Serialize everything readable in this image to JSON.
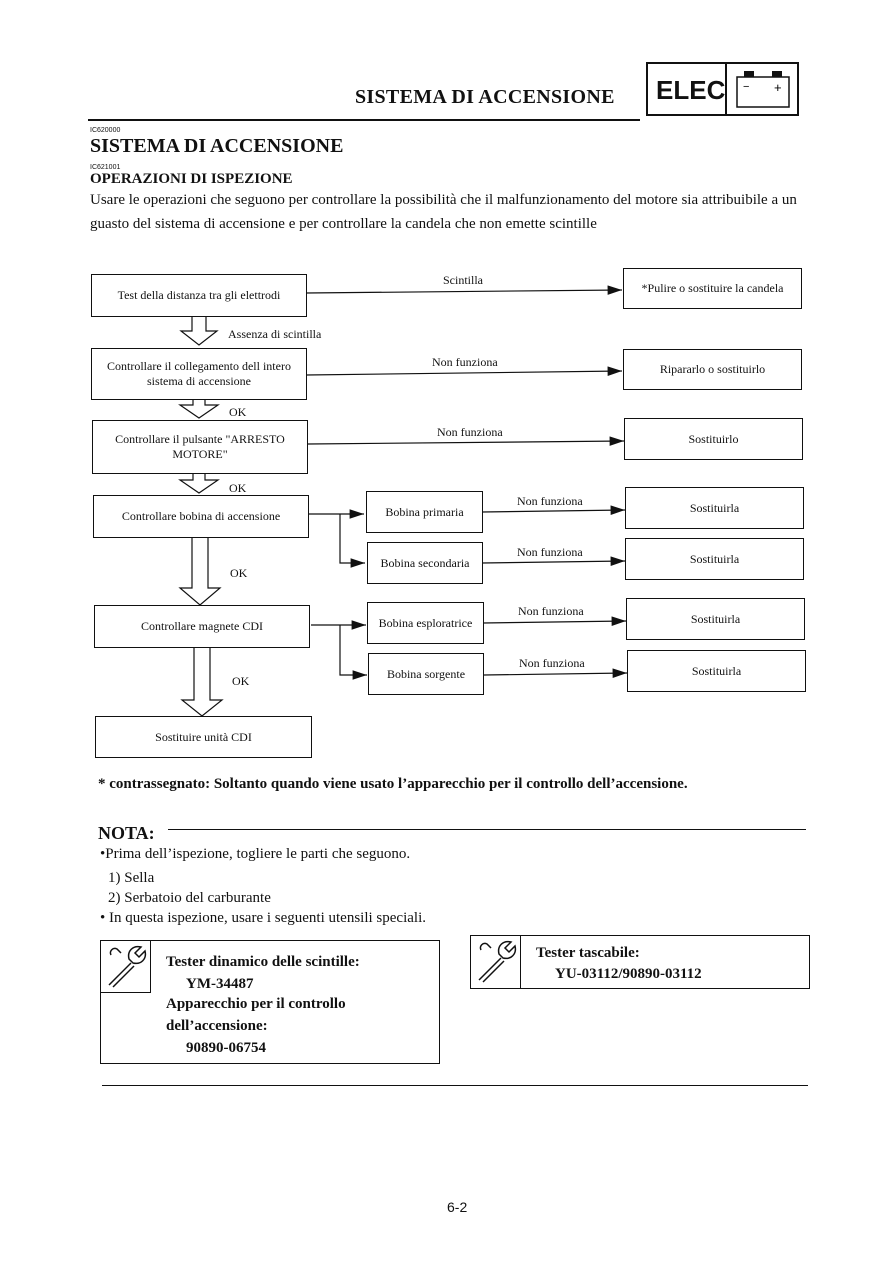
{
  "header": {
    "section_title": "SISTEMA DI ACCENSIONE",
    "badge": "ELEC",
    "battery_minus": "−",
    "battery_plus": "+"
  },
  "codes": {
    "c1": "IC620000",
    "c2": "IC621001"
  },
  "heading": "SISTEMA DI ACCENSIONE",
  "subheading": "OPERAZIONI DI ISPEZIONE",
  "intro": "Usare le operazioni che seguono per controllare la possibilità che il malfunzionamento del motore sia attribuibile a un guasto del sistema di accensione e per controllare la candela che non emette scintille",
  "flow": {
    "step1": "Test della distanza tra gli elettrodi",
    "step1_yes": "Scintilla",
    "step1_yes_action": "*Pulire o sostituire la candela",
    "step1_no": "Assenza di scintilla",
    "step2": "Controllare il collegamento dell intero sistema di accensione",
    "step2_fail": "Non funziona",
    "step2_fail_action": "Ripararlo o sostituirlo",
    "ok1": "OK",
    "step3": "Controllare il pulsante \"ARRESTO MOTORE\"",
    "step3_fail": "Non funziona",
    "step3_fail_action": "Sostituirlo",
    "ok2": "OK",
    "step4": "Controllare bobina di accensione",
    "coil_primary": "Bobina primaria",
    "coil_primary_fail": "Non funziona",
    "coil_primary_action": "Sostituirla",
    "coil_secondary": "Bobina secondaria",
    "coil_secondary_fail": "Non funziona",
    "coil_secondary_action": "Sostituirla",
    "ok3": "OK",
    "step5": "Controllare magnete CDI",
    "pickup_coil": "Bobina esploratrice",
    "pickup_fail": "Non funziona",
    "pickup_action": "Sostituirla",
    "source_coil": "Bobina sorgente",
    "source_fail": "Non funziona",
    "source_action": "Sostituirla",
    "ok4": "OK",
    "step6": "Sostituire unità CDI"
  },
  "footnote": "* contrassegnato: Soltanto quando viene usato l’apparecchio per il controllo dell’accensione.",
  "nota": {
    "title": "NOTA:",
    "line1": "•Prima dell’ispezione, togliere le parti che seguono.",
    "line2": "1) Sella",
    "line3": "2) Serbatoio del carburante",
    "line4": "• In questa ispezione, usare i seguenti utensili speciali."
  },
  "tools": {
    "left_title": "Tester dinamico delle scintille:",
    "left_code1": "YM-34487",
    "left_title2": "Apparecchio per il controllo dell’accensione:",
    "left_code2": "90890-06754",
    "right_title": "Tester tascabile:",
    "right_code": "YU-03112/90890-03112"
  },
  "page_number": "6-2"
}
